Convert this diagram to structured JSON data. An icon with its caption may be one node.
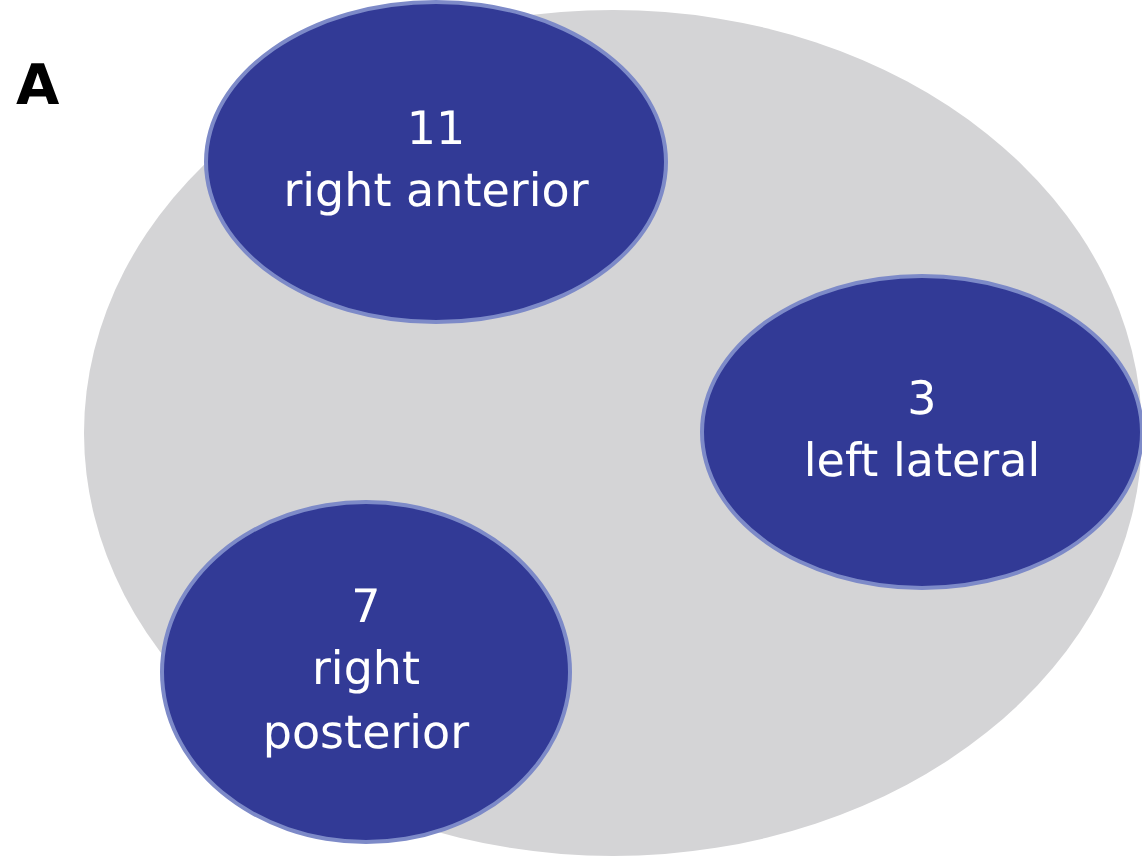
{
  "diagram": {
    "nodes": [
      {
        "text": [],
        "shape": "circle"
      },
      {
        "text": [
          "11",
          "right anterior"
        ],
        "in": 0
      },
      {
        "text": [
          "3",
          "left lateral"
        ],
        "in": 0
      },
      {
        "text": [
          "7",
          "right posterior"
        ],
        "in": 0
      }
    ],
    "labels": [
      "A"
    ]
  }
}
